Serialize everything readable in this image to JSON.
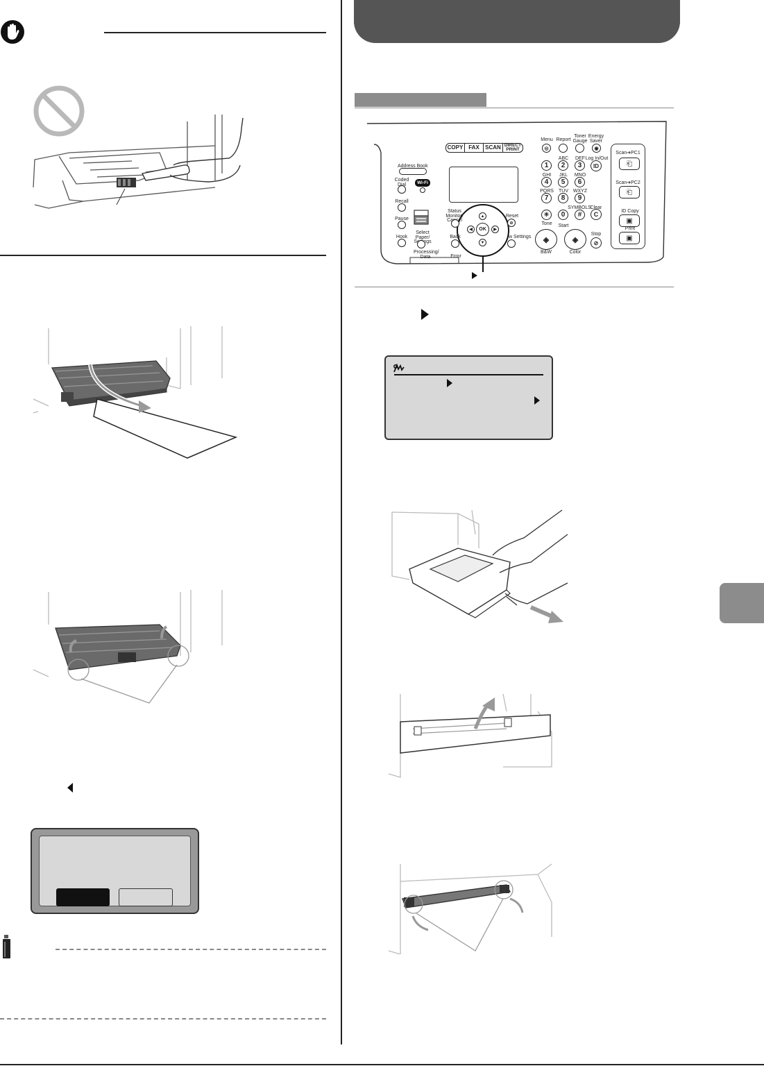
{
  "control_panel": {
    "mode_buttons": [
      "COPY",
      "FAX",
      "SCAN",
      "DIRECT PRINT"
    ],
    "top_keys": [
      "Menu",
      "Report",
      "Toner Gauge",
      "Energy Saver"
    ],
    "numpad": [
      {
        "digit": "1",
        "letters": ""
      },
      {
        "digit": "2",
        "letters": "ABC"
      },
      {
        "digit": "3",
        "letters": "DEF"
      },
      {
        "digit": "4",
        "letters": "GHI"
      },
      {
        "digit": "5",
        "letters": "JKL"
      },
      {
        "digit": "6",
        "letters": "MNO"
      },
      {
        "digit": "7",
        "letters": "PQRS"
      },
      {
        "digit": "8",
        "letters": "TUV"
      },
      {
        "digit": "9",
        "letters": "WXYZ"
      }
    ],
    "login_label": "Log In/Out",
    "id_key": "ID",
    "tone_label": "Tone",
    "star_key": "✳",
    "zero_key": "0",
    "hash_key": "#",
    "symbols_label": "SYMBOLS",
    "clear_label": "Clear",
    "clear_key": "C",
    "start_label": "Start",
    "bw_label": "B&W",
    "color_label": "Color",
    "stop_label": "Stop",
    "address_book_label": "Address Book",
    "coded_dial_label": "Coded Dial",
    "wifi_label": "Wi-Fi",
    "recall_label": "Recall",
    "pause_label": "Pause",
    "hook_label": "Hook",
    "status_monitor_label": "Status Monitor/ Cancel",
    "select_paper_label": "Select Paper/ Settings",
    "back_label": "Back",
    "processing_label": "Processing/ Data",
    "error_label": "Error",
    "reset_label": "Reset",
    "new_settings_label": "w Settings",
    "ok_label": "OK",
    "scan_pc1_label": "Scan➔PC1",
    "scan_pc2_label": "Scan➔PC2",
    "id_copy_label": "ID Copy",
    "print_label": "Print"
  },
  "colors": {
    "header_pill": "#555555",
    "section_bar": "#8c8c8c",
    "chapter_tab": "#8c8c8c",
    "lcd_bg": "#d8d8d8"
  },
  "icons": [
    "stop-hand-icon",
    "prohibited-icon",
    "arrow-right-icon",
    "arrow-left-icon",
    "memo-pencil-icon",
    "wifi-icon"
  ]
}
